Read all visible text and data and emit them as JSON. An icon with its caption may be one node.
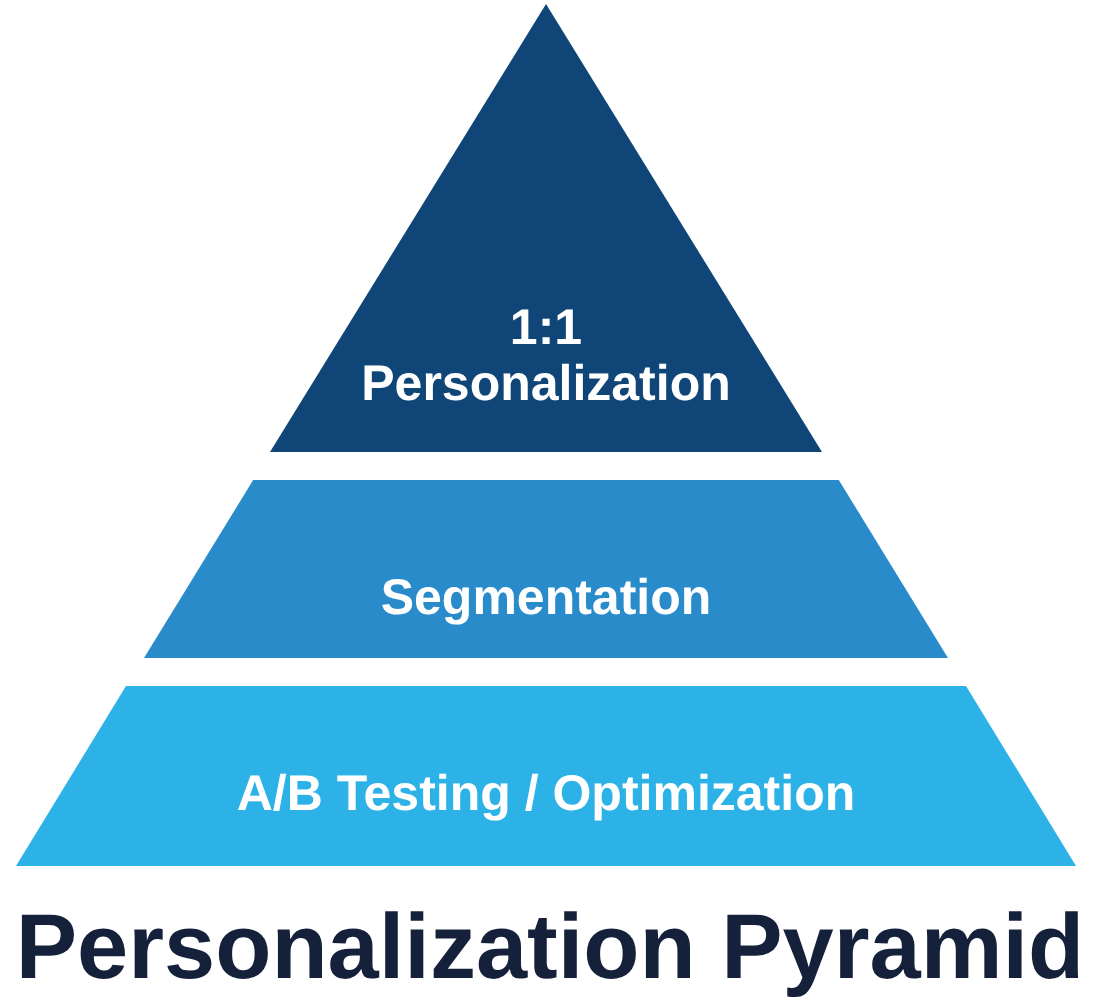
{
  "diagram": {
    "title": "Personalization Pyramid",
    "nodes": [
      {
        "text": [
          "1:1 Personalization"
        ]
      },
      {
        "text": [
          "Segmentation"
        ]
      },
      {
        "text": [
          "A/B Testing / Optimization"
        ]
      }
    ]
  }
}
